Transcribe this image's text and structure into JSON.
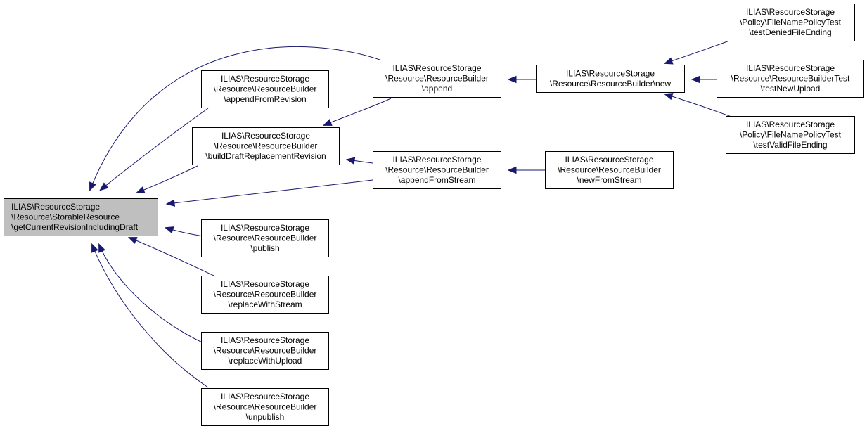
{
  "nodes": {
    "root": [
      "ILIAS\\ResourceStorage",
      "\\Resource\\StorableResource",
      "\\getCurrentRevisionIncludingDraft"
    ],
    "appendFromRevision": [
      "ILIAS\\ResourceStorage",
      "\\Resource\\ResourceBuilder",
      "\\appendFromRevision"
    ],
    "buildDraft": [
      "ILIAS\\ResourceStorage",
      "\\Resource\\ResourceBuilder",
      "\\buildDraftReplacementRevision"
    ],
    "publish": [
      "ILIAS\\ResourceStorage",
      "\\Resource\\ResourceBuilder",
      "\\publish"
    ],
    "replaceWithStream": [
      "ILIAS\\ResourceStorage",
      "\\Resource\\ResourceBuilder",
      "\\replaceWithStream"
    ],
    "replaceWithUpload": [
      "ILIAS\\ResourceStorage",
      "\\Resource\\ResourceBuilder",
      "\\replaceWithUpload"
    ],
    "unpublish": [
      "ILIAS\\ResourceStorage",
      "\\Resource\\ResourceBuilder",
      "\\unpublish"
    ],
    "append": [
      "ILIAS\\ResourceStorage",
      "\\Resource\\ResourceBuilder",
      "\\append"
    ],
    "appendFromStream": [
      "ILIAS\\ResourceStorage",
      "\\Resource\\ResourceBuilder",
      "\\appendFromStream"
    ],
    "new": [
      "ILIAS\\ResourceStorage",
      "\\Resource\\ResourceBuilder\\new"
    ],
    "newFromStream": [
      "ILIAS\\ResourceStorage",
      "\\Resource\\ResourceBuilder",
      "\\newFromStream"
    ],
    "testDenied": [
      "ILIAS\\ResourceStorage",
      "\\Policy\\FileNamePolicyTest",
      "\\testDeniedFileEnding"
    ],
    "testNewUpload": [
      "ILIAS\\ResourceStorage",
      "\\Resource\\ResourceBuilderTest",
      "\\testNewUpload"
    ],
    "testValid": [
      "ILIAS\\ResourceStorage",
      "\\Policy\\FileNamePolicyTest",
      "\\testValidFileEnding"
    ]
  },
  "edges": [
    {
      "from": "append",
      "to": "root"
    },
    {
      "from": "appendFromRevision",
      "to": "root"
    },
    {
      "from": "buildDraft",
      "to": "root"
    },
    {
      "from": "appendFromStream",
      "to": "root"
    },
    {
      "from": "publish",
      "to": "root"
    },
    {
      "from": "replaceWithStream",
      "to": "root"
    },
    {
      "from": "replaceWithUpload",
      "to": "root"
    },
    {
      "from": "unpublish",
      "to": "root"
    },
    {
      "from": "append",
      "to": "buildDraft"
    },
    {
      "from": "appendFromStream",
      "to": "buildDraft"
    },
    {
      "from": "new",
      "to": "append"
    },
    {
      "from": "newFromStream",
      "to": "appendFromStream"
    },
    {
      "from": "testDenied",
      "to": "new"
    },
    {
      "from": "testNewUpload",
      "to": "new"
    },
    {
      "from": "testValid",
      "to": "new"
    }
  ],
  "colors": {
    "edge": "#191970",
    "root_fill": "#bfbfbf",
    "node_fill": "#ffffff",
    "node_border": "#000000"
  }
}
